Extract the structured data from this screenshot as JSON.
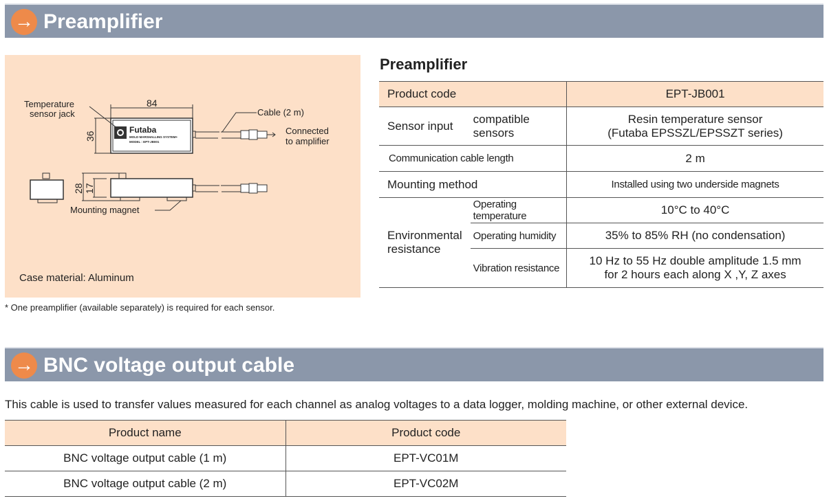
{
  "section1": {
    "title": "Preamplifier",
    "arrow": "→"
  },
  "diagram": {
    "temp_jack": [
      "Temperature",
      "sensor jack"
    ],
    "dim_width": "84",
    "dim_height": "36",
    "dim_side_total": "28",
    "dim_side_body": "17",
    "cable": "Cable (2 m)",
    "connected": [
      "Connected",
      "to amplifier"
    ],
    "magnet": "Mounting magnet",
    "brand": "Futaba",
    "brand_line1": "MOLD MARSHALLING SYSTEM+",
    "brand_line2": "MODEL : EPT-JB001",
    "case_material": "Case material: Aluminum"
  },
  "note": "* One preamplifier (available separately) is required for each sensor.",
  "spec": {
    "title": "Preamplifier",
    "product_code_label": "Product code",
    "product_code": "EPT-JB001",
    "sensor_input_label": "Sensor input",
    "compatible_label": [
      "compatible",
      "sensors"
    ],
    "compatible_value": [
      "Resin temperature sensor",
      "(Futaba EPSSZL/EPSSZT series)"
    ],
    "comm_label": "Communication cable length",
    "comm_value": "2 m",
    "mount_label": "Mounting method",
    "mount_value": "Installed using two underside magnets",
    "env_label": [
      "Environmental",
      "resistance"
    ],
    "op_temp_label": "Operating temperature",
    "op_temp_value": "10°C to 40°C",
    "op_hum_label": "Operating humidity",
    "op_hum_value": "35% to 85% RH (no condensation)",
    "vib_label": "Vibration resistance",
    "vib_value": [
      "10 Hz to 55 Hz double amplitude 1.5 mm",
      "for 2 hours each along X ,Y, Z axes"
    ]
  },
  "section2": {
    "title": "BNC voltage output cable",
    "arrow": "→",
    "description": "This cable is used to transfer values measured for each channel as analog voltages to a data logger, molding machine, or other external device."
  },
  "bnc_table": {
    "headers": [
      "Product name",
      "Product code"
    ],
    "rows": [
      [
        "BNC voltage output cable (1 m)",
        "EPT-VC01M"
      ],
      [
        "BNC voltage output cable (2 m)",
        "EPT-VC02M"
      ]
    ]
  }
}
